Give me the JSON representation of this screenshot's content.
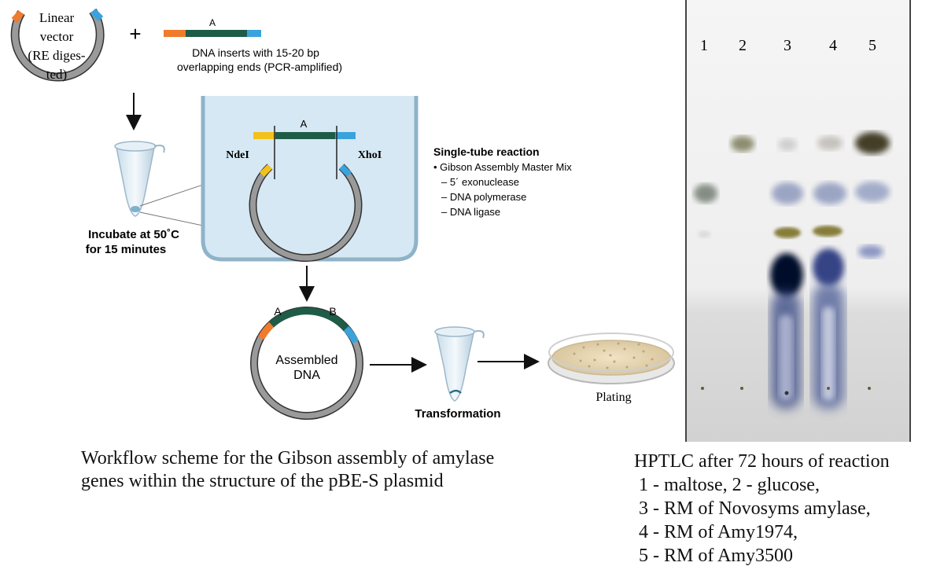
{
  "workflow": {
    "vector_label_lines": [
      "Linear",
      "vector",
      "(RE diges-",
      "ted)"
    ],
    "plus": "+",
    "insert_top_label": "A",
    "insert_caption_lines": [
      "DNA inserts with 15-20 bp",
      "overlapping ends (PCR-amplified)"
    ],
    "bath_insert_label": "A",
    "site_left": "NdeI",
    "site_right": "XhoI",
    "reaction_title": "Single-tube reaction",
    "reaction_items": [
      "• Gibson Assembly Master Mix",
      "– 5´ exonuclease",
      "– DNA polymerase",
      "– DNA ligase"
    ],
    "incubate_lines": [
      "Incubate at 50˚C",
      "for 15 minutes"
    ],
    "assembled_a": "A",
    "assembled_b": "B",
    "assembled_label_lines": [
      "Assembled",
      "DNA"
    ],
    "transformation_label": "Transformation",
    "plating_label": "Plating",
    "colors": {
      "orange": "#f07b2c",
      "green": "#1f5c48",
      "blue": "#3aa3db",
      "yellow": "#f2c21b",
      "grey": "#9a9a9a",
      "bath": "#d6e8f3"
    }
  },
  "caption_left": [
    "Workflow scheme for the Gibson assembly of amylase",
    "genes within the structure of the pBE-S plasmid"
  ],
  "tlc": {
    "lane_numbers": [
      "1",
      "2",
      "3",
      "4",
      "5"
    ],
    "caption_lines": [
      "HPTLC after 72 hours of reaction",
      " 1 - maltose, 2 - glucose,",
      " 3 - RM of Novosyms amylase,",
      " 4 - RM of Amy1974,",
      " 5 - RM of Amy3500"
    ]
  }
}
